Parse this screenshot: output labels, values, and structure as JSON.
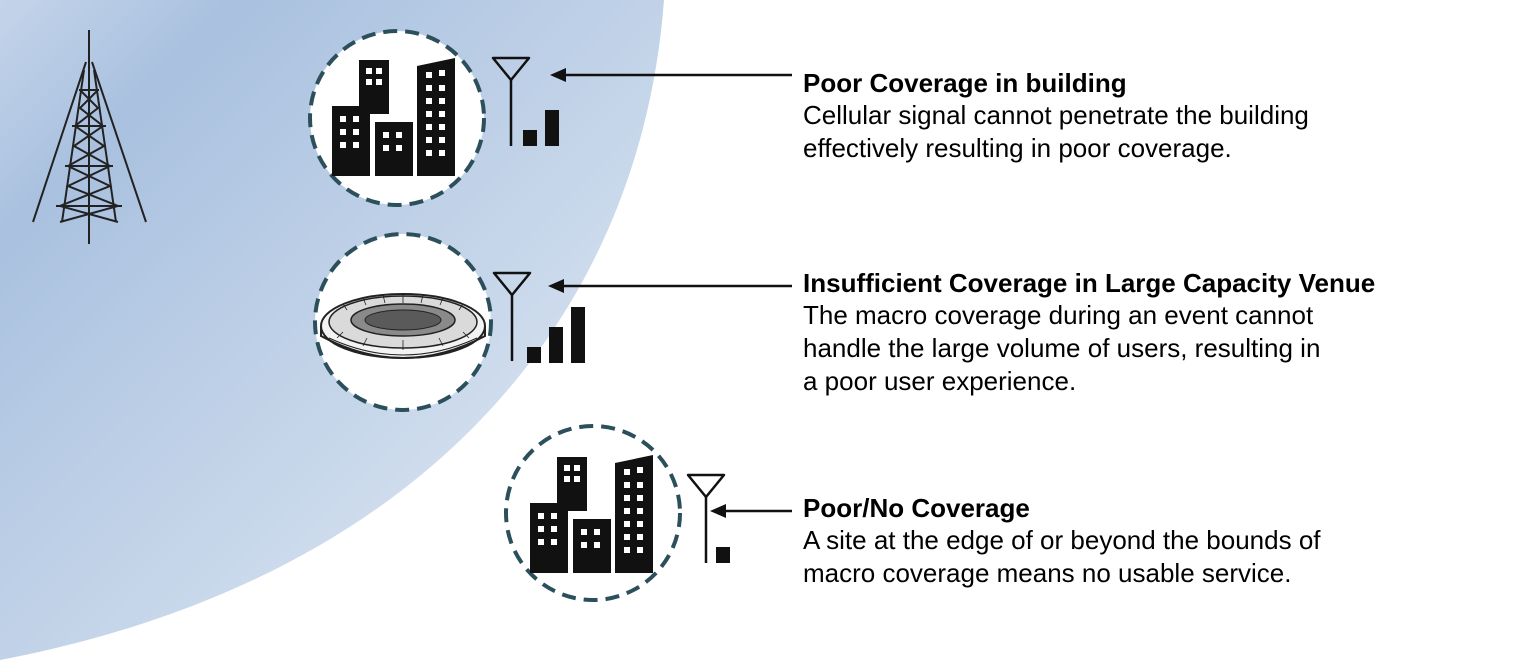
{
  "colors": {
    "coverage_fill_dark": "#a6bfde",
    "coverage_fill_light": "#e4ecf6",
    "ring_stroke": "#2c4f5c",
    "ink": "#111111"
  },
  "icons": {
    "tower": "cell-tower-icon",
    "building": "office-buildings-icon",
    "stadium": "stadium-icon",
    "antenna": "antenna-icon",
    "signal": "signal-bars-icon"
  },
  "scenarios": [
    {
      "id": "in-building",
      "title": "Poor Coverage in building",
      "description": [
        "Cellular signal cannot penetrate the building",
        "effectively resulting in poor coverage."
      ],
      "icon": "office-buildings-icon",
      "signal_bars_shown": 2
    },
    {
      "id": "venue",
      "title": "Insufficient Coverage in Large Capacity Venue",
      "description": [
        "The macro coverage during an event cannot",
        "handle the large volume of users, resulting in",
        "a poor user experience."
      ],
      "icon": "stadium-icon",
      "signal_bars_shown": 3
    },
    {
      "id": "edge",
      "title": "Poor/No Coverage",
      "description": [
        "A site at the edge of or beyond the bounds of",
        "macro coverage means no usable service."
      ],
      "icon": "office-buildings-icon",
      "signal_bars_shown": 1
    }
  ]
}
